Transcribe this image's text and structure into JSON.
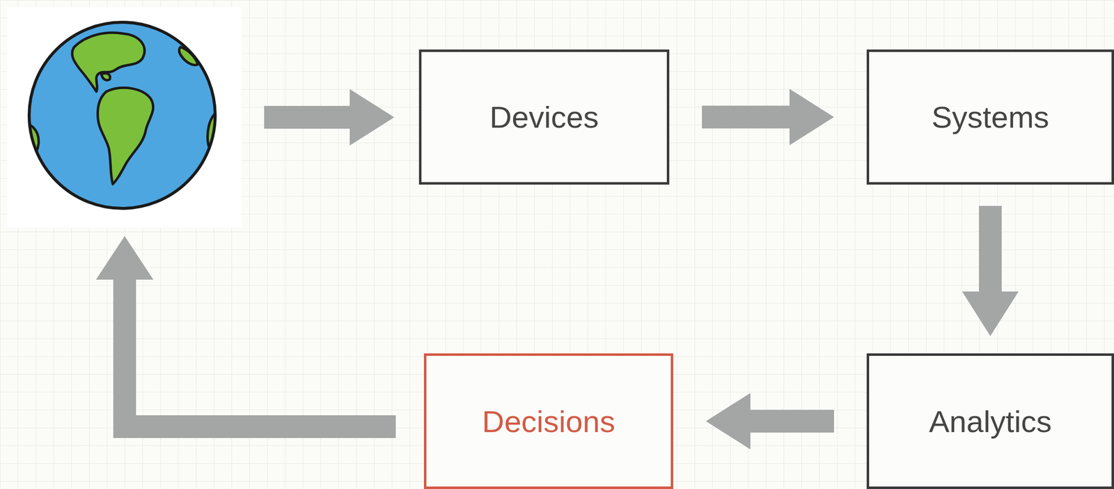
{
  "diagram": {
    "nodes": [
      {
        "text": [
          "Devices"
        ]
      },
      {
        "text": [
          "Systems"
        ]
      },
      {
        "text": [
          "Analytics"
        ]
      },
      {
        "text": [
          "Decisions"
        ]
      }
    ],
    "edges": [
      {
        "from": 0,
        "to": 1,
        "arrow": "to"
      },
      {
        "from": 1,
        "to": 2,
        "arrow": "to"
      },
      {
        "from": 2,
        "to": 3,
        "arrow": "to"
      }
    ]
  }
}
